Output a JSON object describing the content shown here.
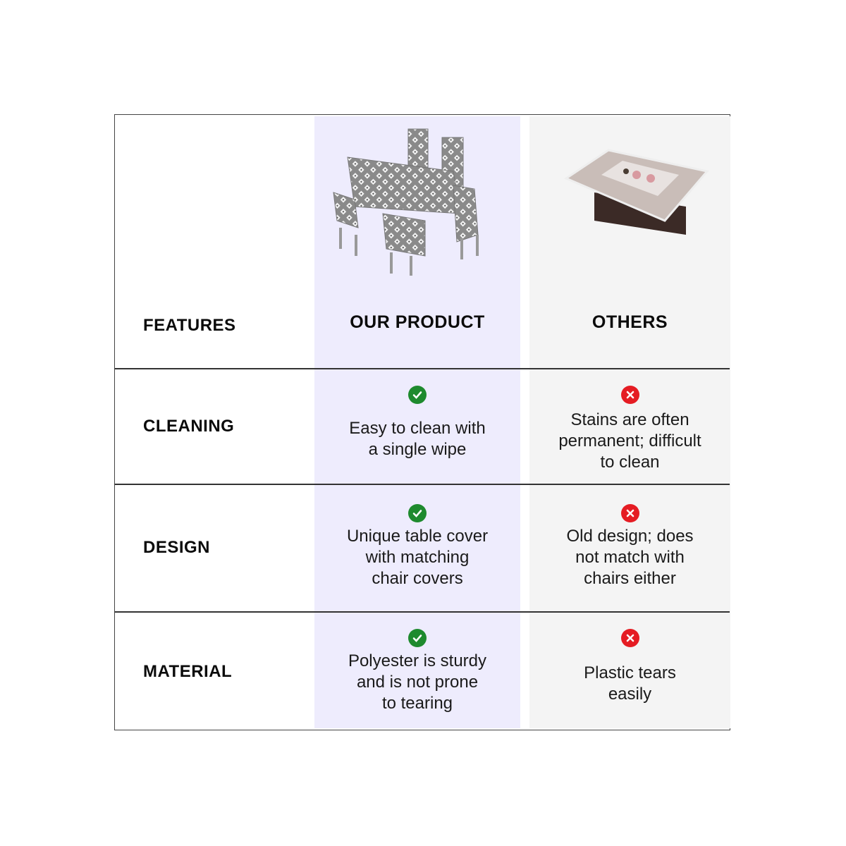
{
  "header": {
    "features": "FEATURES",
    "our_product": "OUR PRODUCT",
    "others": "OTHERS"
  },
  "images": {
    "our_product": "table-and-chair-covers-geometric-pattern",
    "others": "floral-plastic-table-cover"
  },
  "rows": [
    {
      "feature": "CLEANING",
      "ours": {
        "icon": "check-icon",
        "lines": [
          "Easy to clean with",
          "a single wipe"
        ]
      },
      "others": {
        "icon": "cross-icon",
        "lines": [
          "Stains are often",
          "permanent; difficult",
          "to clean"
        ]
      }
    },
    {
      "feature": "DESIGN",
      "ours": {
        "icon": "check-icon",
        "lines": [
          "Unique table cover",
          "with matching",
          "chair covers"
        ]
      },
      "others": {
        "icon": "cross-icon",
        "lines": [
          "Old design; does",
          "not match with",
          "chairs either"
        ]
      }
    },
    {
      "feature": "MATERIAL",
      "ours": {
        "icon": "check-icon",
        "lines": [
          "Polyester is sturdy",
          "and is not prone",
          "to tearing"
        ]
      },
      "others": {
        "icon": "cross-icon",
        "lines": [
          "Plastic tears",
          "easily"
        ]
      }
    }
  ],
  "colors": {
    "ours_bg": "#eeecfd",
    "others_bg": "#f4f4f4",
    "check": "#1e8a2e",
    "cross": "#e51c23"
  }
}
